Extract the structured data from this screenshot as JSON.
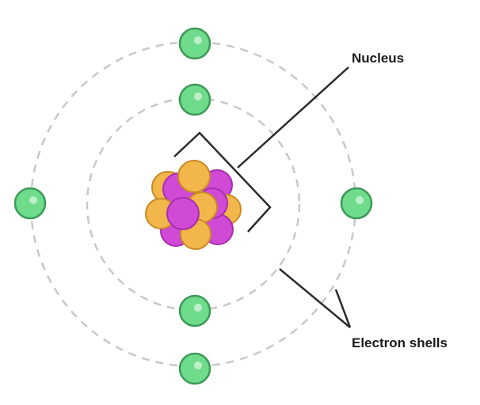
{
  "labels": {
    "nucleus": "Nucleus",
    "electron_shells": "Electron shells"
  },
  "colors": {
    "shell_stroke": "#c8c8c8",
    "electron_fill": "#6fdc8c",
    "electron_stroke": "#3d9a58",
    "proton_fill": "#d04ad6",
    "proton_stroke": "#a52fb0",
    "neutron_fill": "#f2b64a",
    "neutron_stroke": "#c98a24",
    "leader_line": "#2b2b2b"
  },
  "electron_count": 6,
  "shell_count": 2
}
